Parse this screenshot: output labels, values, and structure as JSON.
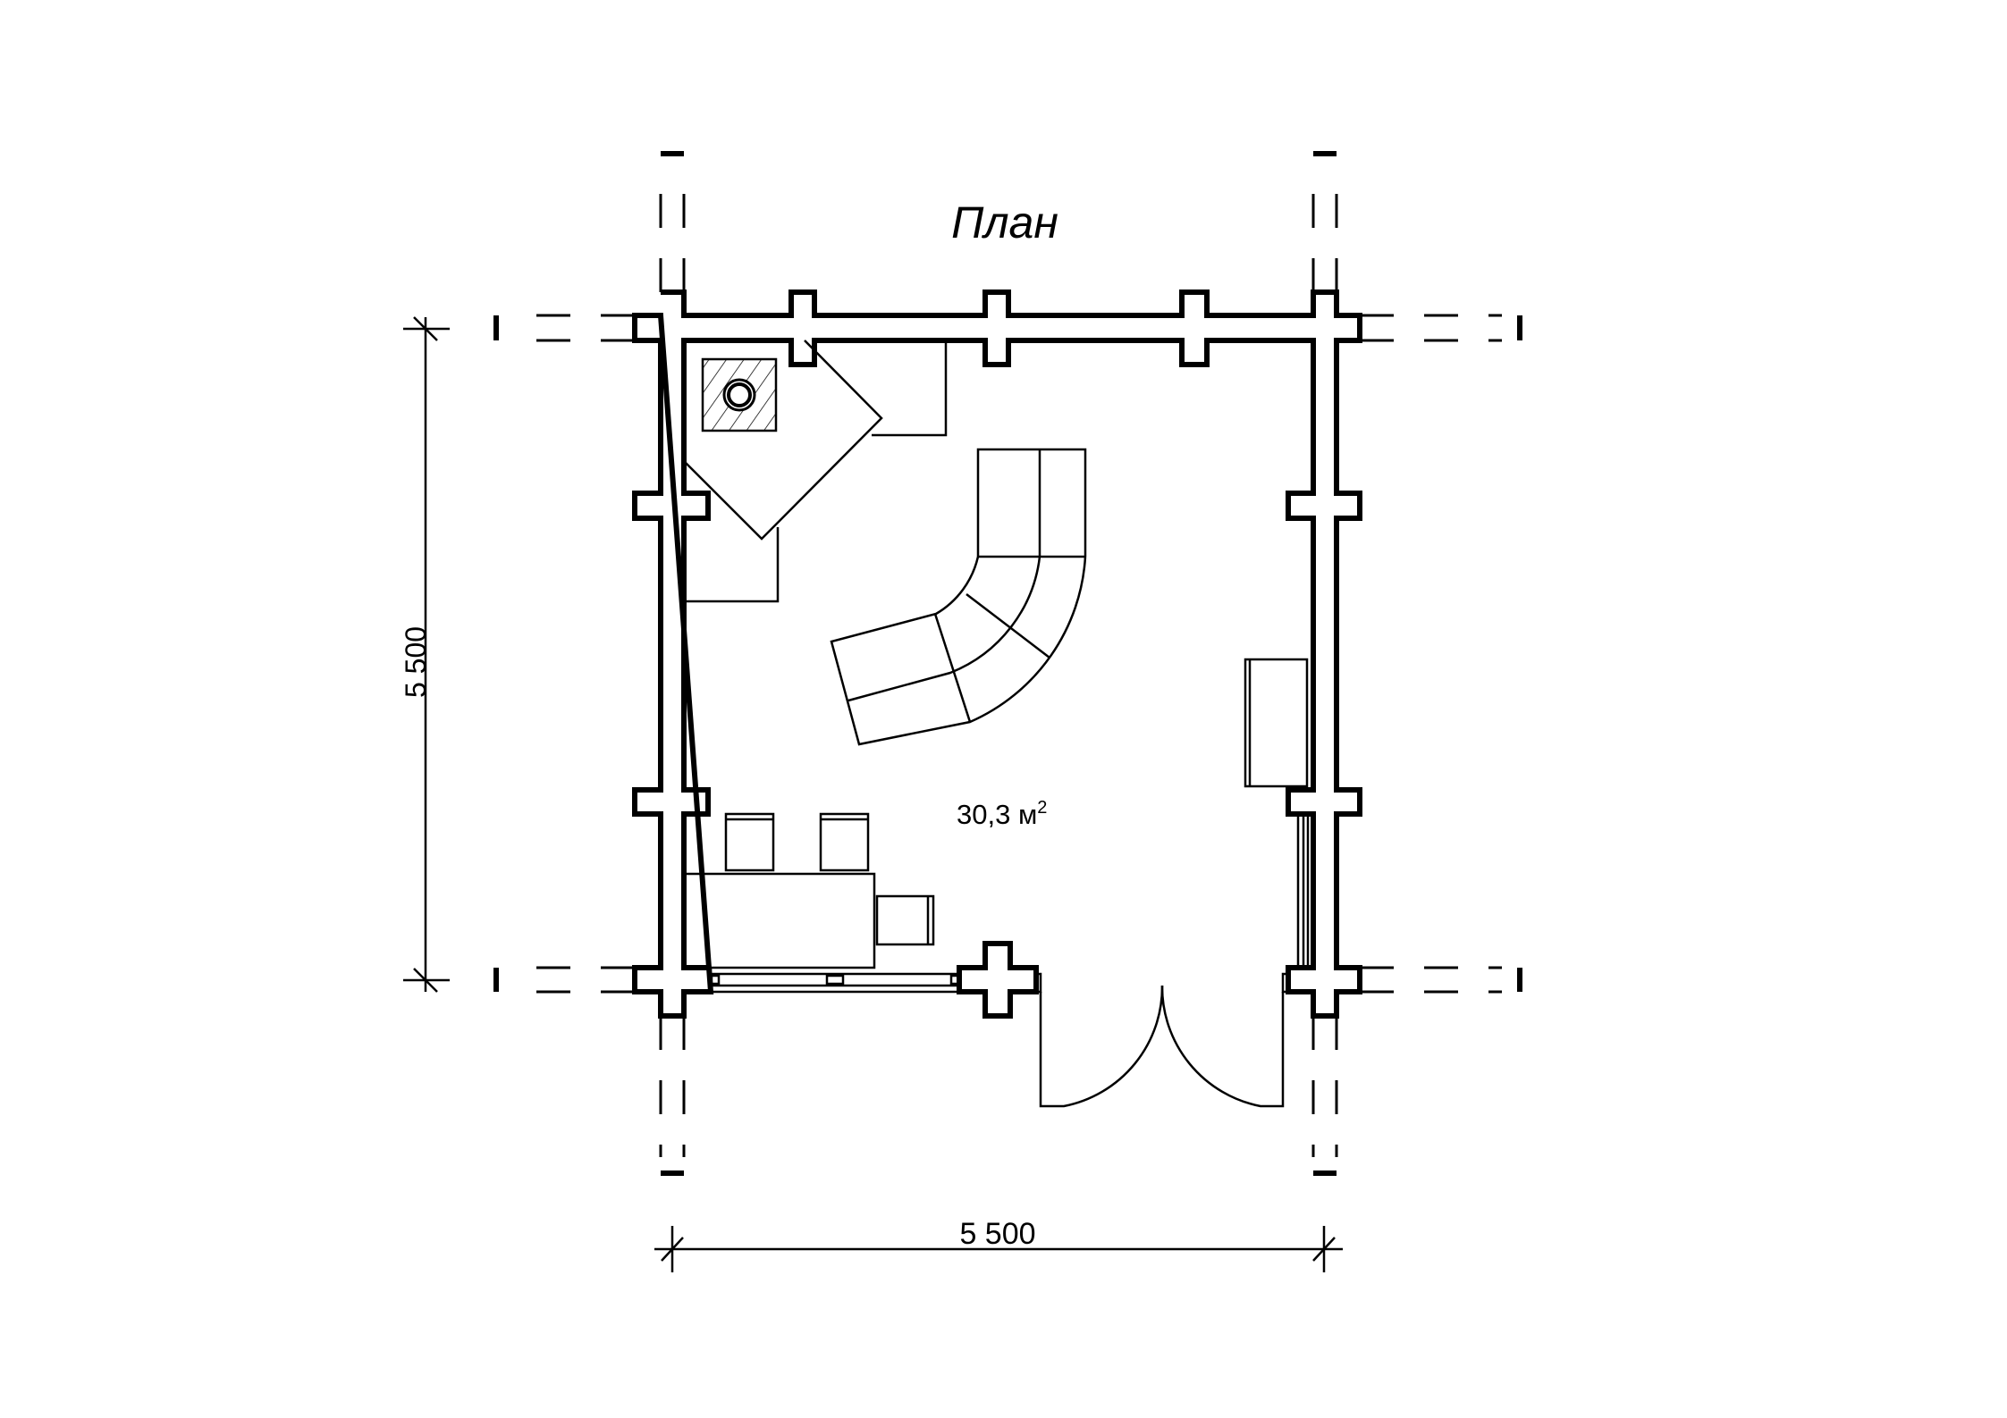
{
  "title": "План",
  "room_area": {
    "value": "30,3 м",
    "unit_power": "2"
  },
  "dimensions": {
    "width": "5 500",
    "height": "5 500"
  }
}
